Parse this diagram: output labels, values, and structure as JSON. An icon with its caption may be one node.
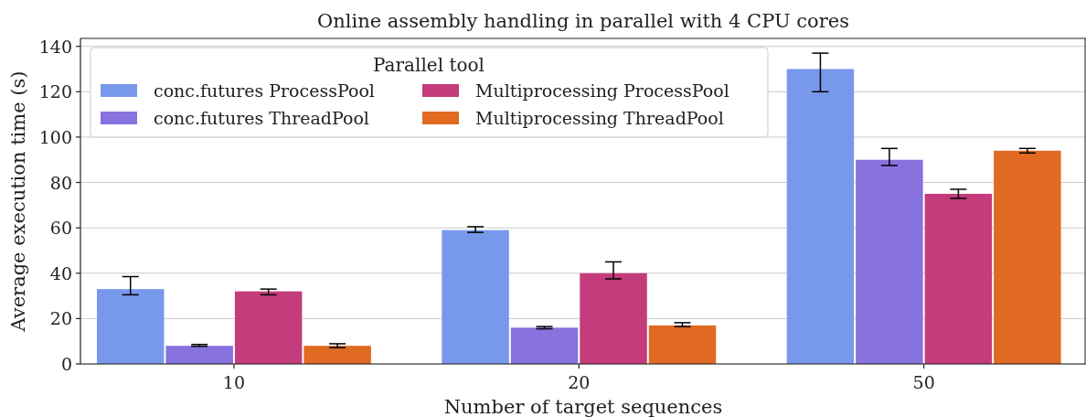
{
  "diagram": {
    "chart_data": {
      "type": "bar",
      "title": "Online assembly handling in parallel with 4 CPU cores",
      "xlabel": "Number of target sequences",
      "ylabel": "Average execution time (s)",
      "categories": [
        "10",
        "20",
        "50"
      ],
      "series": [
        {
          "name": "conc.futures ProcessPool",
          "color": "#7898ec",
          "values": [
            33,
            59,
            130
          ],
          "errors": [
            [
              30.5,
              38.5
            ],
            [
              58,
              60.5
            ],
            [
              120,
              137
            ]
          ]
        },
        {
          "name": "conc.futures ThreadPool",
          "color": "#8872de",
          "values": [
            8,
            16,
            90
          ],
          "errors": [
            [
              7.8,
              8.6
            ],
            [
              15.5,
              16.5
            ],
            [
              87.5,
              95
            ]
          ]
        },
        {
          "name": "Multiprocessing ProcessPool",
          "color": "#c43c7c",
          "values": [
            32,
            40,
            75
          ],
          "errors": [
            [
              30.5,
              33
            ],
            [
              37.5,
              45
            ],
            [
              73,
              77
            ]
          ]
        },
        {
          "name": "Multiprocessing ThreadPool",
          "color": "#e06a22",
          "values": [
            8,
            17,
            94
          ],
          "errors": [
            [
              7.2,
              8.9
            ],
            [
              16.5,
              18.2
            ],
            [
              93,
              95
            ]
          ]
        }
      ],
      "ylim": [
        0,
        143.5
      ],
      "yticks": [
        0,
        20,
        40,
        60,
        80,
        100,
        120,
        140
      ],
      "grid": true,
      "legend": {
        "title": "Parallel tool"
      }
    }
  }
}
